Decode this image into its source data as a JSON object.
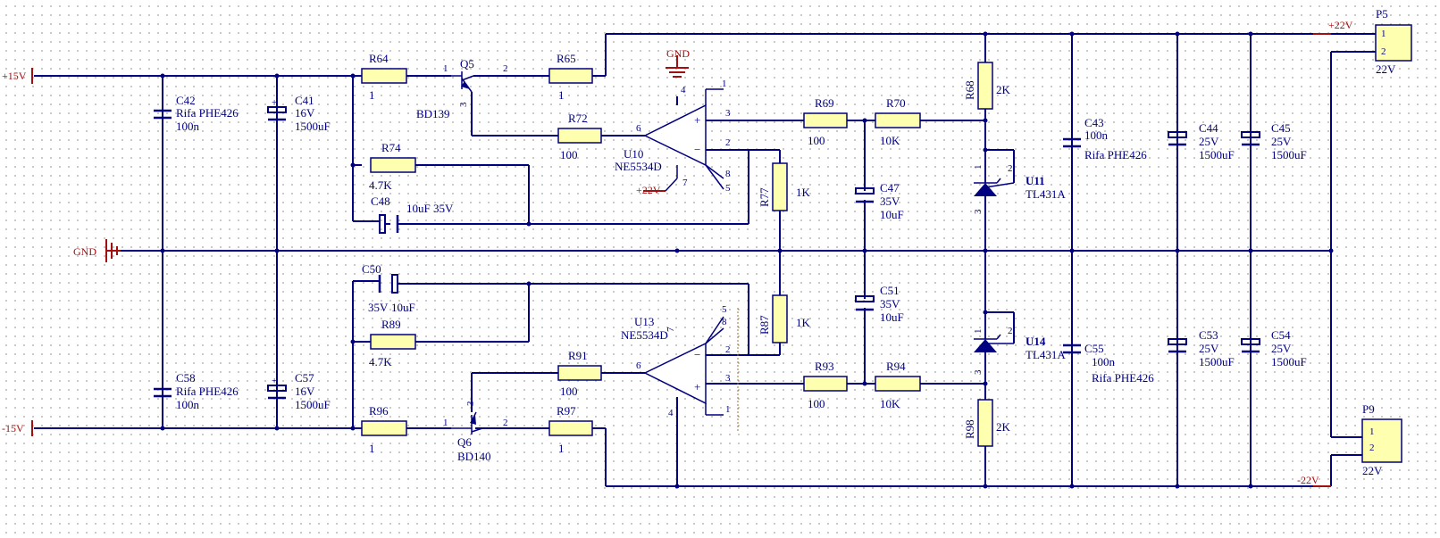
{
  "nets": {
    "pos15": "+15V",
    "neg15": "-15V",
    "gnd": "GND",
    "gnd_top": "GND",
    "pos22": "+22V",
    "pos22_u10": "+22V",
    "neg22": "-22V"
  },
  "resistors": [
    {
      "ref": "R64",
      "value": "1"
    },
    {
      "ref": "R65",
      "value": "1"
    },
    {
      "ref": "R72",
      "value": "100"
    },
    {
      "ref": "R74",
      "value": "4.7K"
    },
    {
      "ref": "R69",
      "value": "100"
    },
    {
      "ref": "R70",
      "value": "10K"
    },
    {
      "ref": "R68",
      "value": "2K"
    },
    {
      "ref": "R77",
      "value": "1K"
    },
    {
      "ref": "R87",
      "value": "1K"
    },
    {
      "ref": "R89",
      "value": "4.7K"
    },
    {
      "ref": "R91",
      "value": "100"
    },
    {
      "ref": "R93",
      "value": "100"
    },
    {
      "ref": "R94",
      "value": "10K"
    },
    {
      "ref": "R96",
      "value": "1"
    },
    {
      "ref": "R97",
      "value": "1"
    },
    {
      "ref": "R98",
      "value": "2K"
    }
  ],
  "capacitors": [
    {
      "ref": "C42",
      "lines": [
        "Rifa PHE426",
        "100n"
      ]
    },
    {
      "ref": "C41",
      "lines": [
        "16V",
        "1500uF"
      ]
    },
    {
      "ref": "C48",
      "lines": [
        "10uF 35V"
      ]
    },
    {
      "ref": "C50",
      "lines": [
        "35V",
        "10uF"
      ]
    },
    {
      "ref": "C58",
      "lines": [
        "Rifa PHE426",
        "100n"
      ]
    },
    {
      "ref": "C57",
      "lines": [
        "16V",
        "1500uF"
      ]
    },
    {
      "ref": "C47",
      "lines": [
        "35V",
        "10uF"
      ]
    },
    {
      "ref": "C51",
      "lines": [
        "35V",
        "10uF"
      ]
    },
    {
      "ref": "C43",
      "lines": [
        "100n",
        "Rifa PHE426"
      ]
    },
    {
      "ref": "C55",
      "lines": [
        "100n",
        "Rifa PHE426"
      ]
    },
    {
      "ref": "C44",
      "lines": [
        "25V",
        "1500uF"
      ]
    },
    {
      "ref": "C45",
      "lines": [
        "25V",
        "1500uF"
      ]
    },
    {
      "ref": "C53",
      "lines": [
        "25V",
        "1500uF"
      ]
    },
    {
      "ref": "C54",
      "lines": [
        "25V",
        "1500uF"
      ]
    }
  ],
  "transistors": [
    {
      "ref": "Q5",
      "part": "BD139"
    },
    {
      "ref": "Q6",
      "part": "BD140"
    }
  ],
  "opamps": [
    {
      "ref": "U10",
      "part": "NE5534D"
    },
    {
      "ref": "U13",
      "part": "NE5534D"
    }
  ],
  "references": [
    {
      "ref": "U11",
      "part": "TL431A"
    },
    {
      "ref": "U14",
      "part": "TL431A"
    }
  ],
  "connectors": [
    {
      "ref": "P5",
      "value": "22V",
      "pins": [
        "1",
        "2"
      ]
    },
    {
      "ref": "P9",
      "value": "22V",
      "pins": [
        "1",
        "2"
      ]
    }
  ],
  "pins": {
    "one": "1",
    "two": "2",
    "three": "3",
    "four": "4",
    "five": "5",
    "six": "6",
    "seven": "7",
    "eight": "8",
    "plus": "+",
    "minus": "−"
  }
}
